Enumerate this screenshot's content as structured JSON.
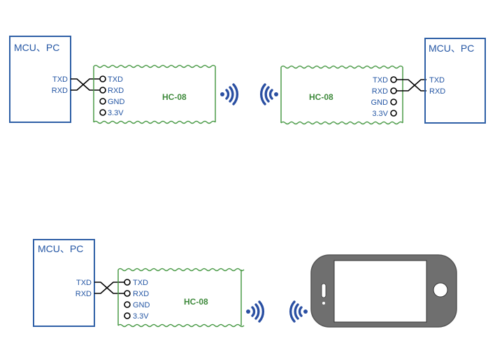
{
  "colors": {
    "mcu_border": "#2e5fa6",
    "text_blue": "#2456a4",
    "module_border": "#4a9a47",
    "module_text": "#3f8a3c",
    "signal": "#2a4fa2",
    "wire": "#000000",
    "phone_body": "#6f6f6f",
    "phone_screen": "#ffffff"
  },
  "mcu_pc": {
    "label": "MCU、PC",
    "txd": "TXD",
    "rxd": "RXD"
  },
  "hc08_module": {
    "name": "HC-08",
    "pins": [
      "TXD",
      "RXD",
      "GND",
      "3.3V"
    ]
  },
  "icons": [
    "wireless-signal-icon",
    "smartphone-icon",
    "pin-ring-icon"
  ]
}
